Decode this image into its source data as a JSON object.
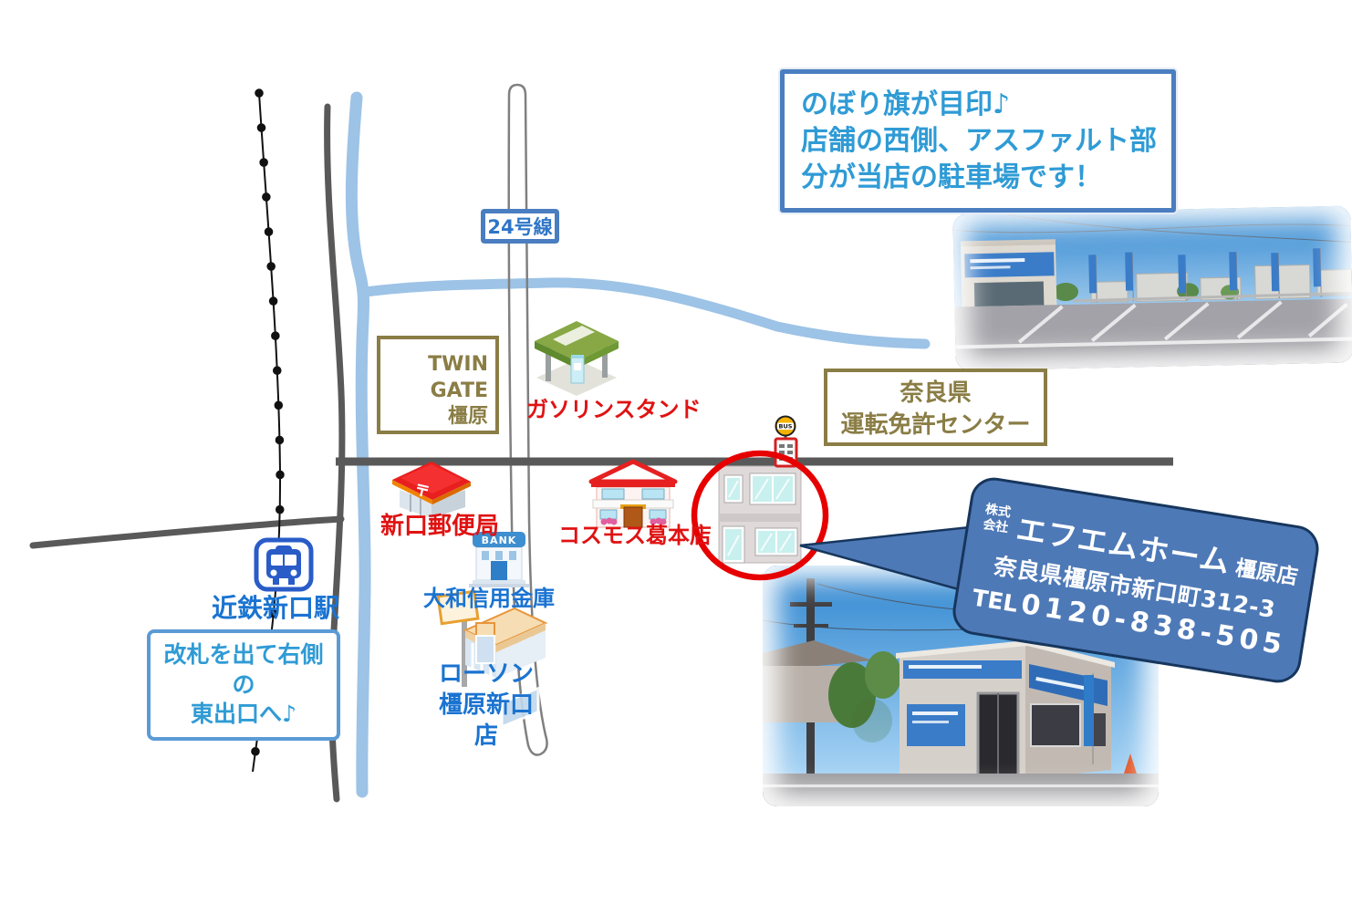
{
  "colors": {
    "note_text_blue": "#2f9bd5",
    "note_border_blue": "#4a7ec0",
    "olive_box": "#8a7d45",
    "label_red": "#e01212",
    "label_blue": "#1a73d1",
    "river_blue": "#9dc3e6",
    "road_gray": "#595959",
    "route24_outline": "#808080",
    "store_circle_red": "#e60000",
    "bubble_fill": "#4e79b7",
    "bubble_border": "#17365d"
  },
  "parking_note": {
    "line1": "のぼり旗が目印♪",
    "line2": "店舗の西側、アスファルト部",
    "line3": "分が当店の駐車場です！"
  },
  "station_note": {
    "line1": "改札を出て右側の",
    "line2": "東出口へ♪"
  },
  "landmarks": {
    "route24": "24号線",
    "twin_gate": {
      "line1": "TWIN GATE",
      "line2": "橿原"
    },
    "gas_station": "ガソリンスタンド",
    "license_center": {
      "line1": "奈良県",
      "line2": "運転免許センター"
    },
    "post_office": "新口郵便局",
    "postal_mark": "〒",
    "cosmos": "コスモス葛本店",
    "bank": "大和信用金庫",
    "bank_sign": "BANK",
    "lawson": {
      "line1": "ローソン",
      "line2": "橿原新口店"
    },
    "station": "近鉄新口駅",
    "bus_sign": "BUS"
  },
  "store_bubble": {
    "company_prefix": {
      "line1": "株式",
      "line2": "会社"
    },
    "company_name": "エフエムホーム",
    "branch": "橿原店",
    "address": "奈良県橿原市新口町312-3",
    "tel_label": "TEL",
    "tel_number": "0120-838-505"
  }
}
